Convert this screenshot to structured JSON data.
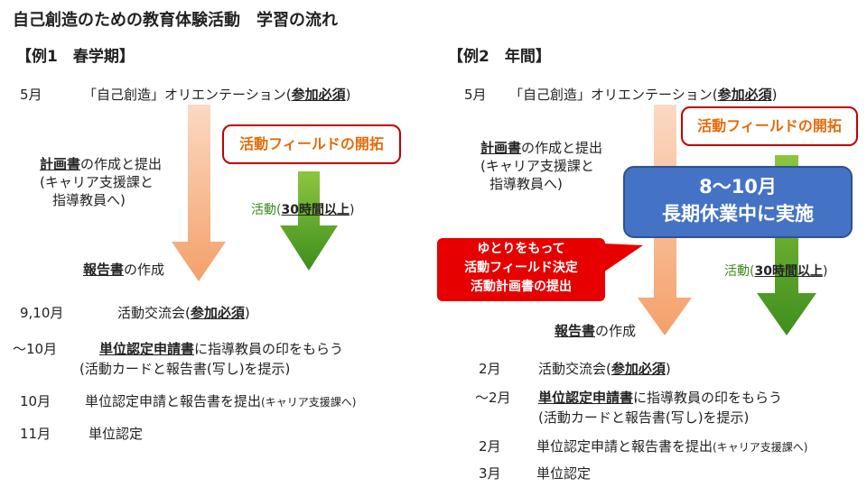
{
  "title": "自己創造のための教育体験活動　学習の流れ",
  "example1": {
    "heading": "【例1　春学期】",
    "orientation_month": "5月",
    "orientation_text": "「自己創造」オリエンテーション(",
    "required": "参加必須",
    "close_paren": ")",
    "plan_bold": "計画書",
    "plan_rest": "の作成と提出",
    "plan_line2": "(キャリア支援課と",
    "plan_line3": "指導教員へ)",
    "field_box": "活動フィールドの開拓",
    "activity_label": "活動(",
    "activity_hours": "30時間以上",
    "activity_close": ")",
    "report_bold": "報告書",
    "report_rest": "の作成",
    "exchange_month": "9,10月",
    "exchange_text": "活動交流会(",
    "exchange_required": "参加必須",
    "exchange_close": ")",
    "apply_month": "～10月",
    "apply_bold": "単位認定申請書",
    "apply_rest": "に指導教員の印をもらう",
    "apply_line2": "(活動カードと報告書(写し)を提示)",
    "submit_month": "10月",
    "submit_text": "単位認定申請と報告書を提出",
    "submit_small": "(キャリア支援課へ)",
    "credit_month": "11月",
    "credit_text": "単位認定"
  },
  "example2": {
    "heading": "【例2　年間】",
    "orientation_month": "5月",
    "orientation_text": "「自己創造」オリエンテーション(",
    "required": "参加必須",
    "close_paren": ")",
    "plan_bold": "計画書",
    "plan_rest": "の作成と提出",
    "plan_line2": "(キャリア支援課と",
    "plan_line3": "指導教員へ)",
    "field_box": "活動フィールドの開拓",
    "blue_line1": "8～10月",
    "blue_line2": "長期休業中に実施",
    "red_line1": "ゆとりをもって",
    "red_line2": "活動フィールド決定",
    "red_line3": "活動計画書の提出",
    "activity_label": "活動(",
    "activity_hours": "30時間以上",
    "activity_close": ")",
    "report_bold": "報告書",
    "report_rest": "の作成",
    "exchange_month": "2月",
    "exchange_text": "活動交流会(",
    "exchange_required": "参加必須",
    "exchange_close": ")",
    "apply_month": "～2月",
    "apply_bold": "単位認定申請書",
    "apply_rest": "に指導教員の印をもらう",
    "apply_line2": "(活動カードと報告書(写し)を提示)",
    "submit_month": "2月",
    "submit_text": "単位認定申請と報告書を提出",
    "submit_small": "(キャリア支援課へ)",
    "credit_month": "3月",
    "credit_text": "単位認定"
  },
  "colors": {
    "orange_arrow": "#f4b183",
    "green_arrow": "#5aa02c",
    "blue_box": "#4472c4",
    "red_box": "#e60000",
    "orange_text": "#e46c0a"
  }
}
